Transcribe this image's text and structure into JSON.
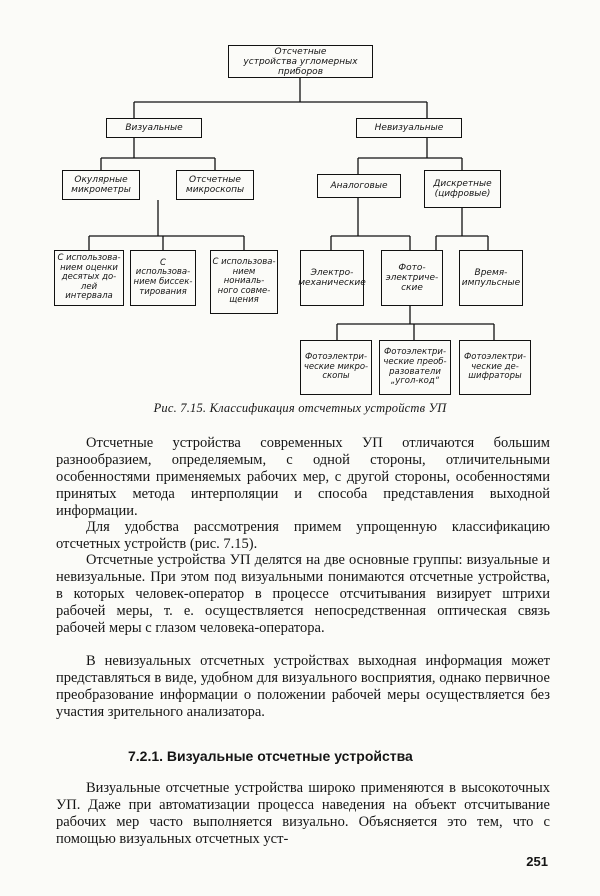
{
  "diagram": {
    "root": "Отсчетные\nустройства угломерных\nприборов",
    "visual": "Визуальные",
    "nonvisual": "Невизуальные",
    "ocular": "Окулярные\nмикрометры",
    "microscopes": "Отсчетные\nмикроскопы",
    "analog": "Аналоговые",
    "discrete": "Дискретные\n(цифровые)",
    "v1": "С использова-\nнием оценки\nдесятых до-\nлей интервала",
    "v2": "С использова-\nнием биссек-\nтирования",
    "v3": "С использова-\nнием нониаль-\nного совме-\nщения",
    "electromech": "Электро-\nмеханические",
    "photoel": "Фото-\nэлектриче-\nские",
    "timepulse": "Время-\nимпульсные",
    "pm1": "Фотоэлектри-\nческие микро-\nскопы",
    "pm2": "Фотоэлектри-\nческие преоб-\nразователи\n„угол-код“",
    "pm3": "Фотоэлектри-\nческие де-\nшифраторы"
  },
  "caption": "Рис. 7.15. Классификация отсчетных устройств УП",
  "paragraphs": [
    "Отсчетные устройства современных УП отличаются большим разнообразием, определяемым, с одной стороны, отличительными особенностями применяемых рабочих мер, с другой стороны, особенностями принятых метода интерполяции и способа представления выходной информации.",
    "Для удобства рассмотрения примем упрощенную классификацию отсчетных устройств (рис. 7.15).",
    "Отсчетные устройства УП делятся на две основные группы: визуальные и невизуальные. При этом под визуальными понимаются отсчетные устройства, в которых человек-оператор в процессе отсчитывания визирует штрихи рабочей меры, т. е. осуществляется непосредственная оптическая связь рабочей меры с глазом человека-оператора.",
    "В невизуальных отсчетных устройствах выходная информация может представляться в виде, удобном для визуального восприятия, однако первичное преобразование информации о положении рабочей меры осуществляется без участия зрительного анализатора.",
    "Визуальные отсчетные устройства широко применяются в высокоточных УП. Даже при автоматизации процесса наведения на объект отсчитывание рабочих мер часто выполняется визуально. Объясняется это тем, что с помощью визуальных отсчетных уст-"
  ],
  "section_heading": "7.2.1. Визуальные отсчетные устройства",
  "page_number": "251"
}
